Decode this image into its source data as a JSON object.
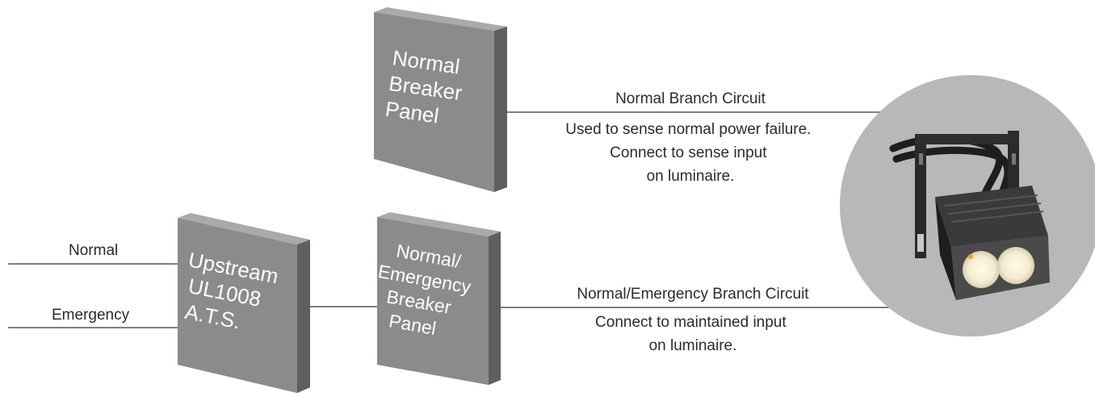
{
  "panels": {
    "normal_breaker": [
      "Normal",
      "Breaker",
      "Panel"
    ],
    "upstream_ats": [
      "Upstream",
      "UL1008",
      "A.T.S."
    ],
    "normal_emergency_breaker": [
      "Normal/",
      "Emergency",
      "Breaker",
      "Panel"
    ]
  },
  "inputs": {
    "normal": "Normal",
    "emergency": "Emergency"
  },
  "circuits": {
    "normal_branch": {
      "title": "Normal Branch Circuit",
      "desc": [
        "Used to sense normal power failure.",
        "Connect to sense input",
        "on luminaire."
      ]
    },
    "normal_emergency_branch": {
      "title": "Normal/Emergency Branch Circuit",
      "desc": [
        "Connect to maintained input",
        "on luminaire."
      ]
    }
  },
  "colors": {
    "panel_front": "#8a8b8d",
    "panel_side": "#5e5f61",
    "panel_top": "#a9aaac",
    "line": "#333333",
    "luminaire_circle": "#b7b8ba"
  }
}
